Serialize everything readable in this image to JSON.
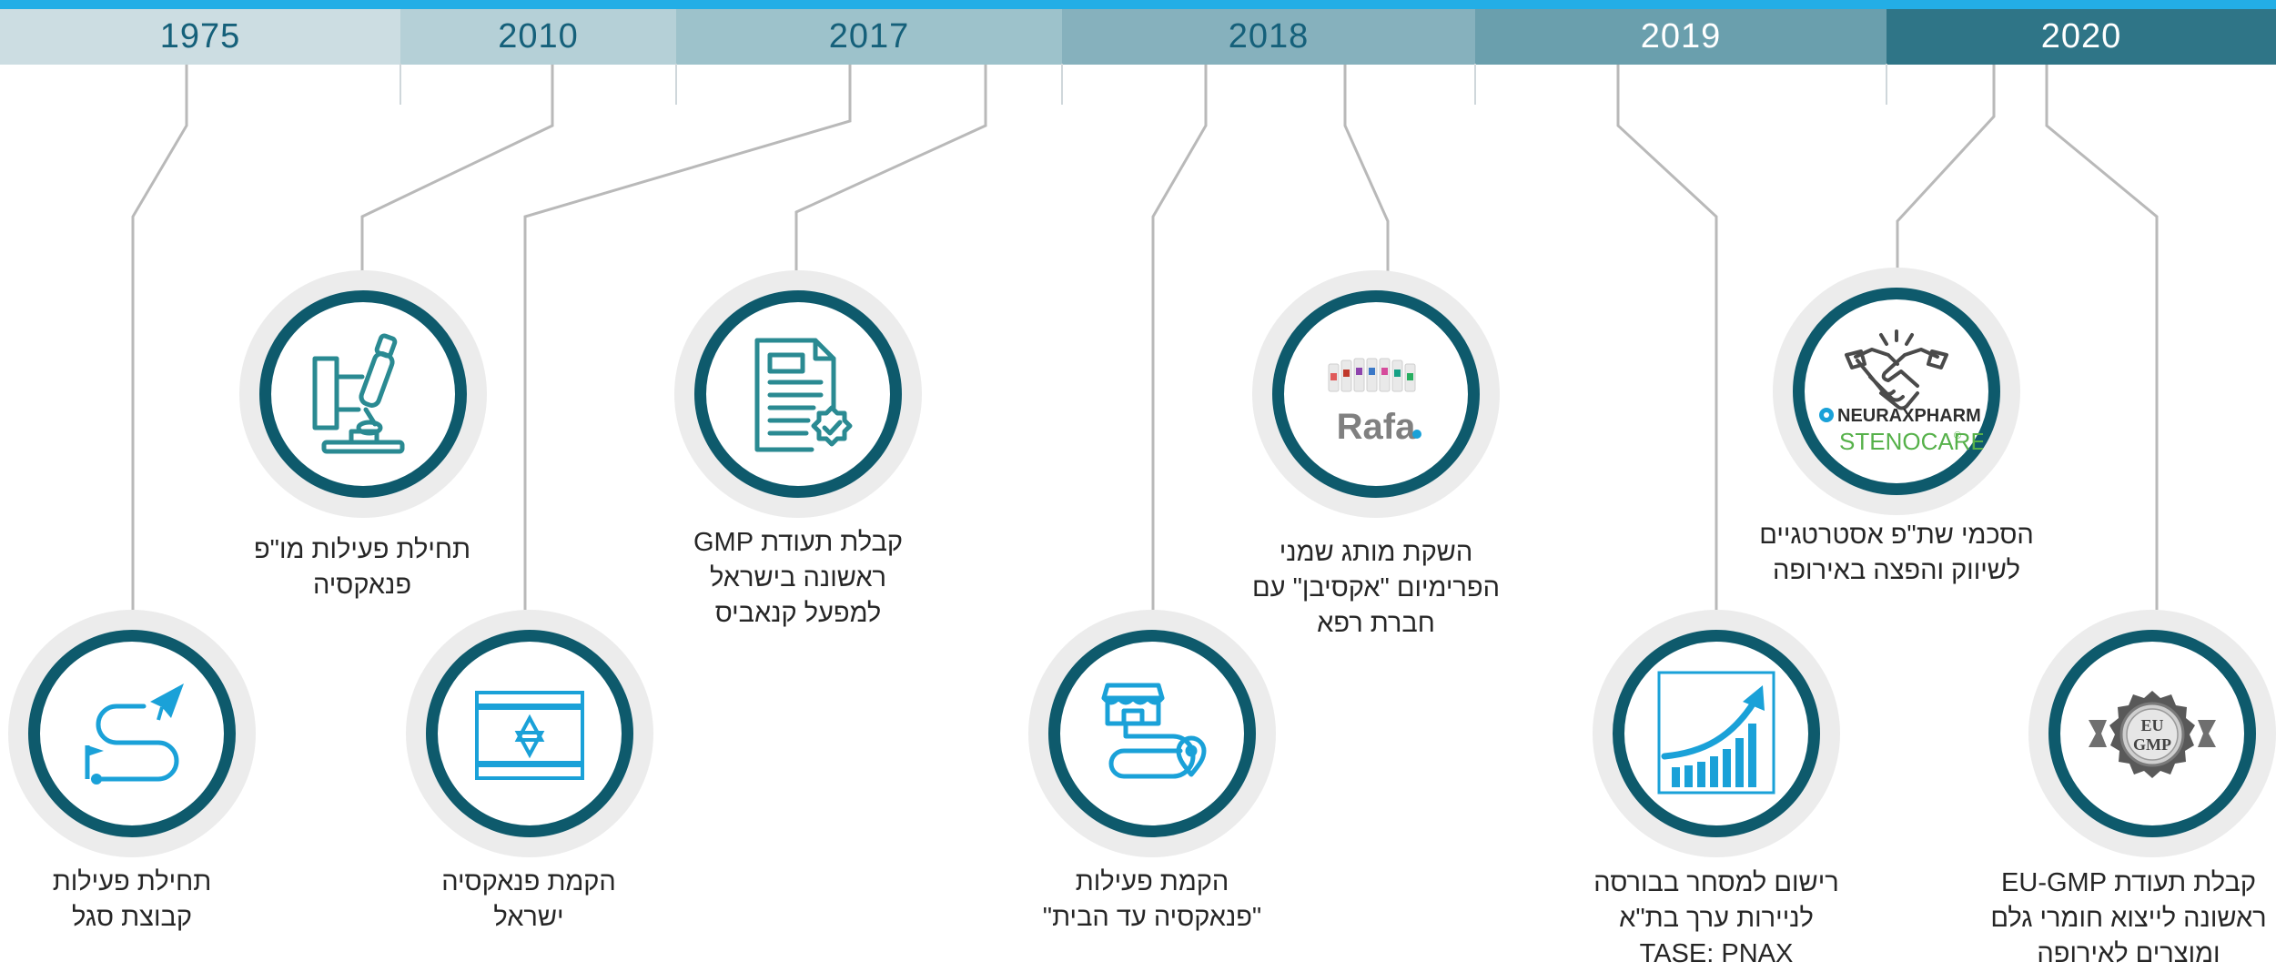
{
  "colors": {
    "top_line": "#23aee6",
    "ring": "#0e5a6c",
    "halo": "#ececec",
    "connector": "#b9b9b9",
    "icon_teal": "#2a8a92",
    "icon_blue": "#1aa1d8"
  },
  "years": [
    {
      "label": "1975",
      "bg": "#ccdde2",
      "fg": "#15607a"
    },
    {
      "label": "2010",
      "bg": "#b5d0d7",
      "fg": "#15607a"
    },
    {
      "label": "2017",
      "bg": "#9dc2cb",
      "fg": "#15607a"
    },
    {
      "label": "2018",
      "bg": "#86b1bd",
      "fg": "#15607a"
    },
    {
      "label": "2019",
      "bg": "#6a9fad",
      "fg": "#ffffff"
    },
    {
      "label": "2020",
      "bg": "#2f7587",
      "fg": "#ffffff"
    }
  ],
  "milestones": [
    {
      "year": "1975",
      "icon": "winding-path-paper-plane-icon",
      "lines": [
        "תחילת פעילות",
        "קבוצת סגל"
      ]
    },
    {
      "year": "2010",
      "icon": "microscope-icon",
      "lines": [
        "תחילת פעילות מו\"פ",
        "פנאקסיה"
      ]
    },
    {
      "year": "2017",
      "icon": "israel-flag-icon",
      "lines": [
        "הקמת פנאקסיה",
        "ישראל"
      ]
    },
    {
      "year": "2017",
      "icon": "certificate-document-icon",
      "lines": [
        "קבלת תעודת GMP",
        "ראשונה בישראל",
        "למפעל קנאביס"
      ]
    },
    {
      "year": "2018",
      "icon": "store-road-location-icon",
      "lines": [
        "הקמת פעילות",
        "\"פנאקסיה עד הבית\""
      ]
    },
    {
      "year": "2018",
      "icon": "rafa-products-logo",
      "logo_text": "Rafa",
      "lines": [
        "השקת מותג שמני",
        "הפרימיום \"אקסיבן\" עם",
        "חברת רפא"
      ]
    },
    {
      "year": "2019",
      "icon": "rising-bar-chart-icon",
      "lines": [
        "רישום למסחר בבורסה",
        "לניירות ערך בת\"א",
        "TASE: PNAX"
      ]
    },
    {
      "year": "2020",
      "icon": "handshake-partners-logo",
      "logo_texts": [
        "NEURAXPHARM",
        "STENOCARE",
        "®"
      ],
      "lines": [
        "הסכמי שת\"פ אסטרטגיים",
        "לשיווק והפצה באירופה"
      ]
    },
    {
      "year": "2020",
      "icon": "eu-gmp-seal-icon",
      "seal_texts": [
        "EU",
        "GMP"
      ],
      "lines": [
        "קבלת תעודת EU-GMP",
        "ראשונה לייצוא חומרי גלם",
        "ומוצרים לאירופה"
      ]
    }
  ]
}
